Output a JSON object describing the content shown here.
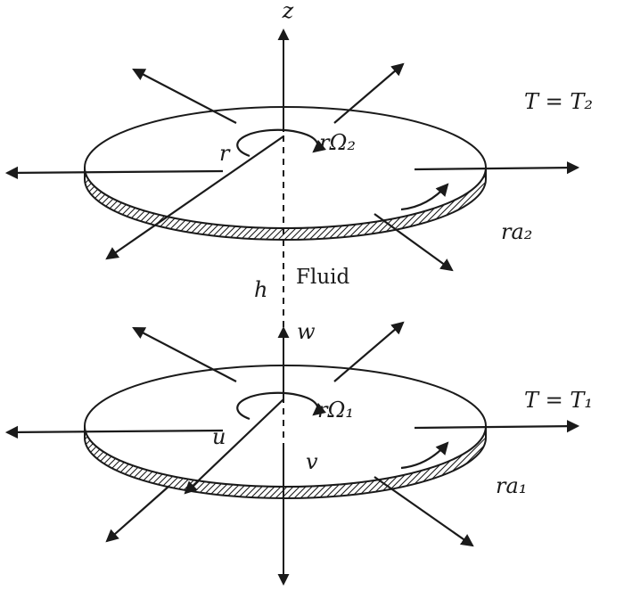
{
  "diagram": {
    "description": "Flow between two parallel rotating stretching disks with fluid in the gap",
    "colors": {
      "line": "#1a1a1a",
      "disk_fill": "#ffffff",
      "background": "#ffffff"
    },
    "labels": {
      "z_axis": "z",
      "temperature_upper": "T = T₂",
      "temperature_lower": "T = T₁",
      "radial_coordinate": "r",
      "swirl_upper": "rΩ₂",
      "swirl_lower": "rΩ₁",
      "stretch_upper": "ra₂",
      "stretch_lower": "ra₁",
      "fluid": "Fluid",
      "gap_height": "h",
      "axial_velocity": "w",
      "radial_velocity": "u",
      "tangential_velocity": "v"
    }
  }
}
